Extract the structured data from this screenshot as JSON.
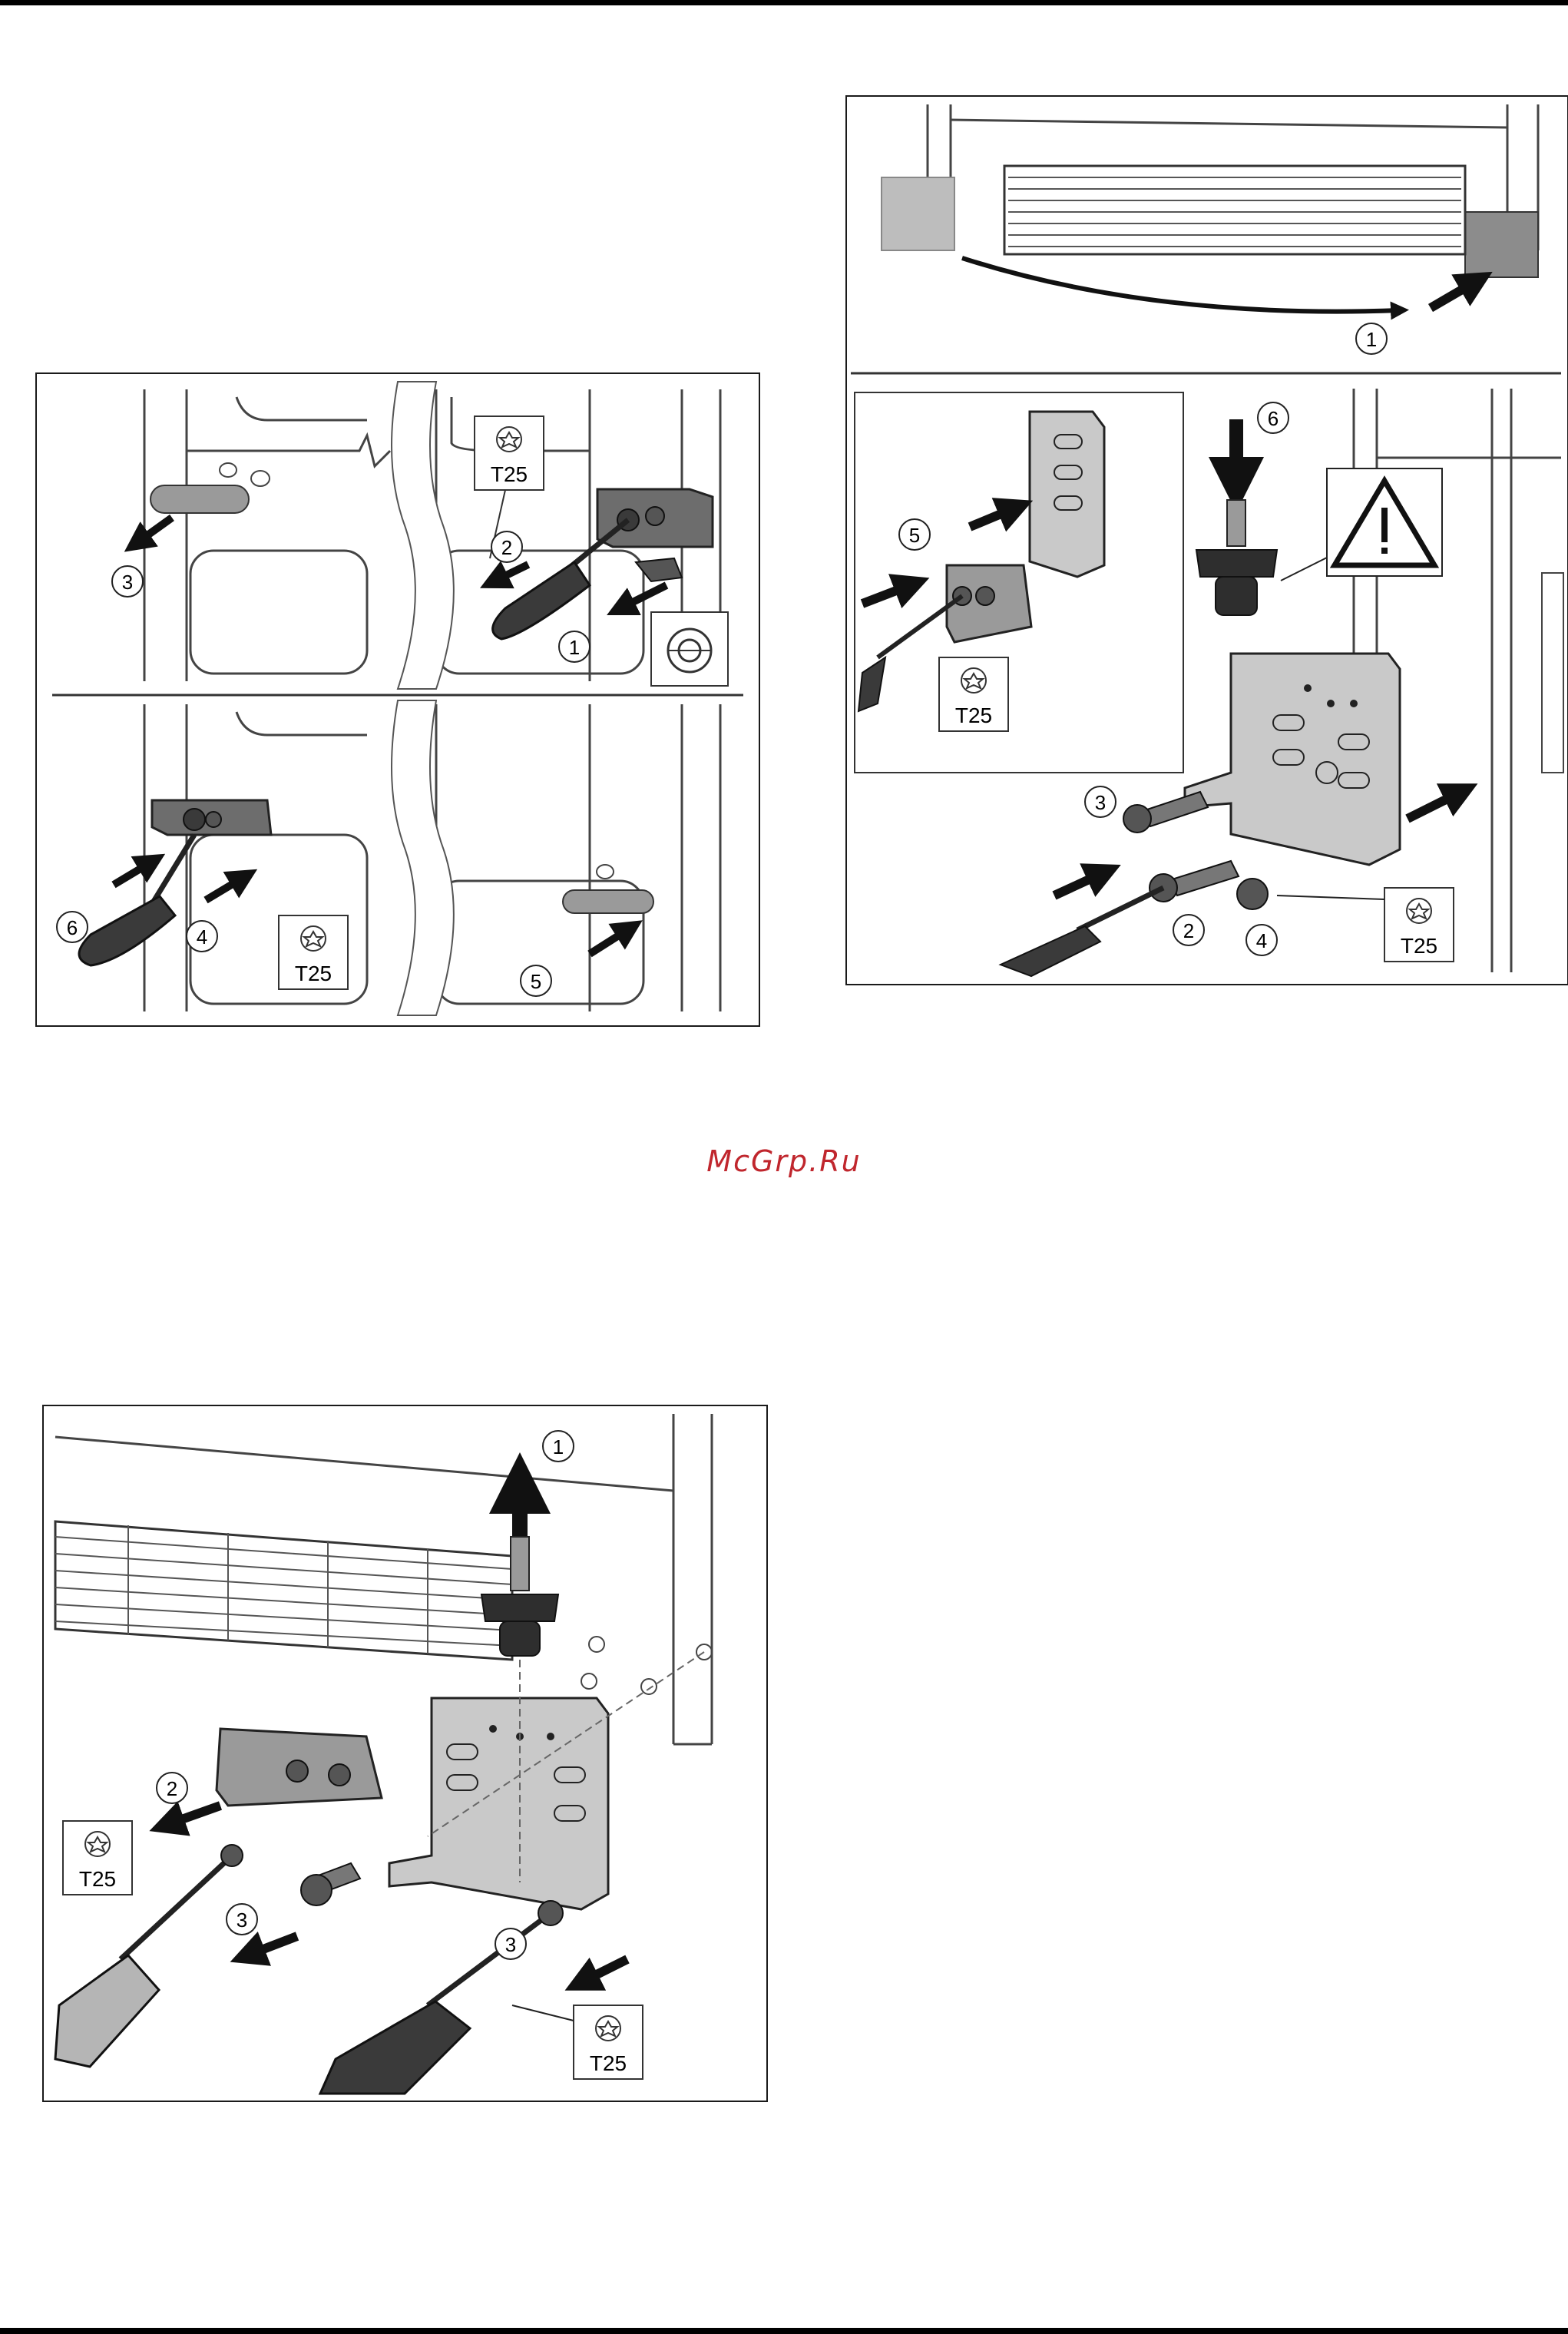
{
  "watermark": {
    "text": "McGrp.Ru",
    "color": "#c0262d"
  },
  "tool_label": "T25",
  "colors": {
    "line": "#2a2a2a",
    "metal": "#c9c9c9",
    "dark": "#3a3a3a",
    "grille": "#777777",
    "arrow": "#111111",
    "panel_grey": "#bdbdbd"
  },
  "figure_a": {
    "callouts": [
      "1",
      "2",
      "3",
      "4",
      "5",
      "6"
    ],
    "tool_tags": [
      "T25",
      "T25"
    ]
  },
  "figure_b": {
    "callouts": [
      "1",
      "2",
      "3",
      "4",
      "5",
      "6"
    ],
    "tool_tags": [
      "T25",
      "T25"
    ],
    "icons": [
      "warning-icon"
    ]
  },
  "figure_c": {
    "callouts": [
      "1",
      "2",
      "3",
      "3"
    ],
    "tool_tags": [
      "T25",
      "T25"
    ]
  }
}
